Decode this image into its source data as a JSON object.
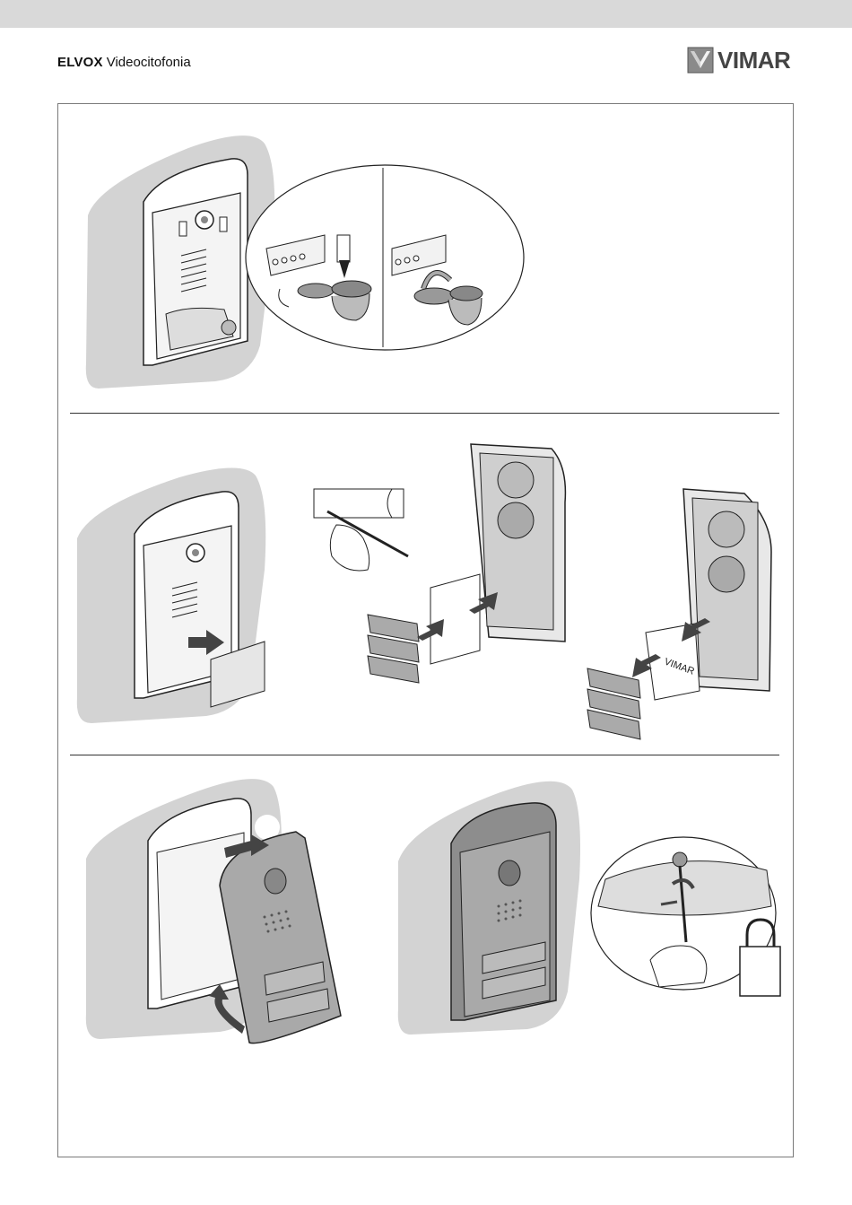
{
  "header": {
    "brand_bold": "ELVOX",
    "brand_light": "Videocitofonia",
    "logo_text": "VIMAR"
  },
  "illustrations": {
    "row3_label_text": "VIMAR"
  },
  "colors": {
    "top_bar": "#d9d9d9",
    "shadow_blob": "#d3d3d3",
    "frame_border": "#7a7a7a"
  }
}
